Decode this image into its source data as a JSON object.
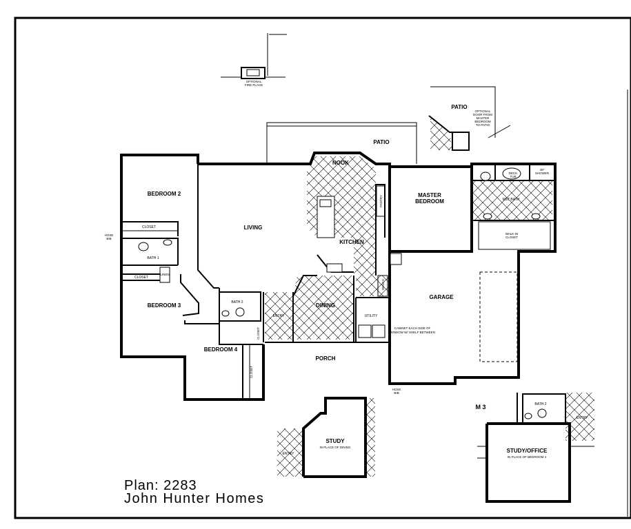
{
  "rooms": {
    "bedroom2": "BEDROOM 2",
    "closet_b2": "CLOSET",
    "bath1": "BATH 1",
    "closet_hall": "CLOSET",
    "linen": "LINEN",
    "bedroom3": "BEDROOM 3",
    "bath2": "BATH 2",
    "bedroom4": "BEDROOM 4",
    "closet_b4": "CLOSET",
    "closet_entry": "CLOSET",
    "living": "LIVING",
    "entry": "ENTRY",
    "dining": "DINING",
    "porch": "PORCH",
    "nook": "NOOK",
    "kitchen": "KITCHEN",
    "pantry": "PANTRY",
    "utility": "UTILITY",
    "garage": "GARAGE",
    "master_bedroom_line1": "MASTER",
    "master_bedroom_line2": "BEDROOM",
    "mst_bath": "MST BATH",
    "walk_in_line1": "WALK-IN",
    "walk_in_line2": "CLOSET",
    "deck_tub_line1": "DECK",
    "deck_tub_line2": "TUB",
    "shower_line1": "48\"",
    "shower_line2": "SHOWER",
    "patio_main": "PATIO",
    "patio_optional": "PATIO",
    "bench": "BENCH"
  },
  "notes": {
    "fireplace_line1": "OPTIONAL",
    "fireplace_line2": "FIRE PLACE",
    "hose_bib_left_line1": "HOSE",
    "hose_bib_left_line2": "BIB",
    "hose_bib_bottom_line1": "HOSE",
    "hose_bib_bottom_line2": "BIB",
    "optional_door": [
      "OPTIONAL",
      "DOOR FROM",
      "MASTER",
      "BEDROOM",
      "TO PATIO"
    ],
    "cabinet_note_line1": "CABINET EACH SIDE OF",
    "cabinet_note_line2": "WINDOW W/ SHELF BETWEEN"
  },
  "alt_study": {
    "title": "STUDY",
    "subtitle": "IN PLACE OF DINING",
    "entry": "ENTRY"
  },
  "alt_office": {
    "title": "STUDY/OFFICE",
    "subtitle": "IN PLACE OF BEDROOM 4",
    "bath": "BATH 2",
    "entry": "ENTRY",
    "partial_label": "M 3"
  },
  "footer": {
    "plan": "Plan: 2283",
    "builder": "John Hunter Homes"
  }
}
